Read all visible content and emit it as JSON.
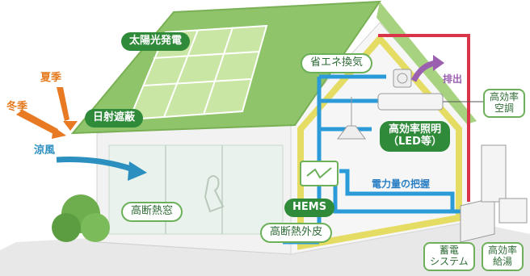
{
  "labels": {
    "solar": "太陽光発電",
    "shading": "日射遮蔽",
    "summer": "夏季",
    "winter": "冬季",
    "breeze": "涼風",
    "window": "高断熱窓",
    "ventilation": "省エネ換気",
    "exhaust": "排出",
    "aircon_line1": "高効率",
    "aircon_line2": "空調",
    "lighting_line1": "高効率照明",
    "lighting_line2": "（LED等）",
    "power_tracking": "電力量の把握",
    "hems": "HEMS",
    "envelope": "高断熱外皮",
    "storage_line1": "蓄電",
    "storage_line2": "システム",
    "water_line1": "高効率",
    "water_line2": "給湯"
  },
  "colors": {
    "green_label": "#2f8a3a",
    "wiring_blue": "#2a9bd8",
    "wiring_red": "#d9344a",
    "roof_green": "#8fc46a",
    "sun_orange": "#e97a24",
    "frame_yellow": "#e5dc63"
  }
}
